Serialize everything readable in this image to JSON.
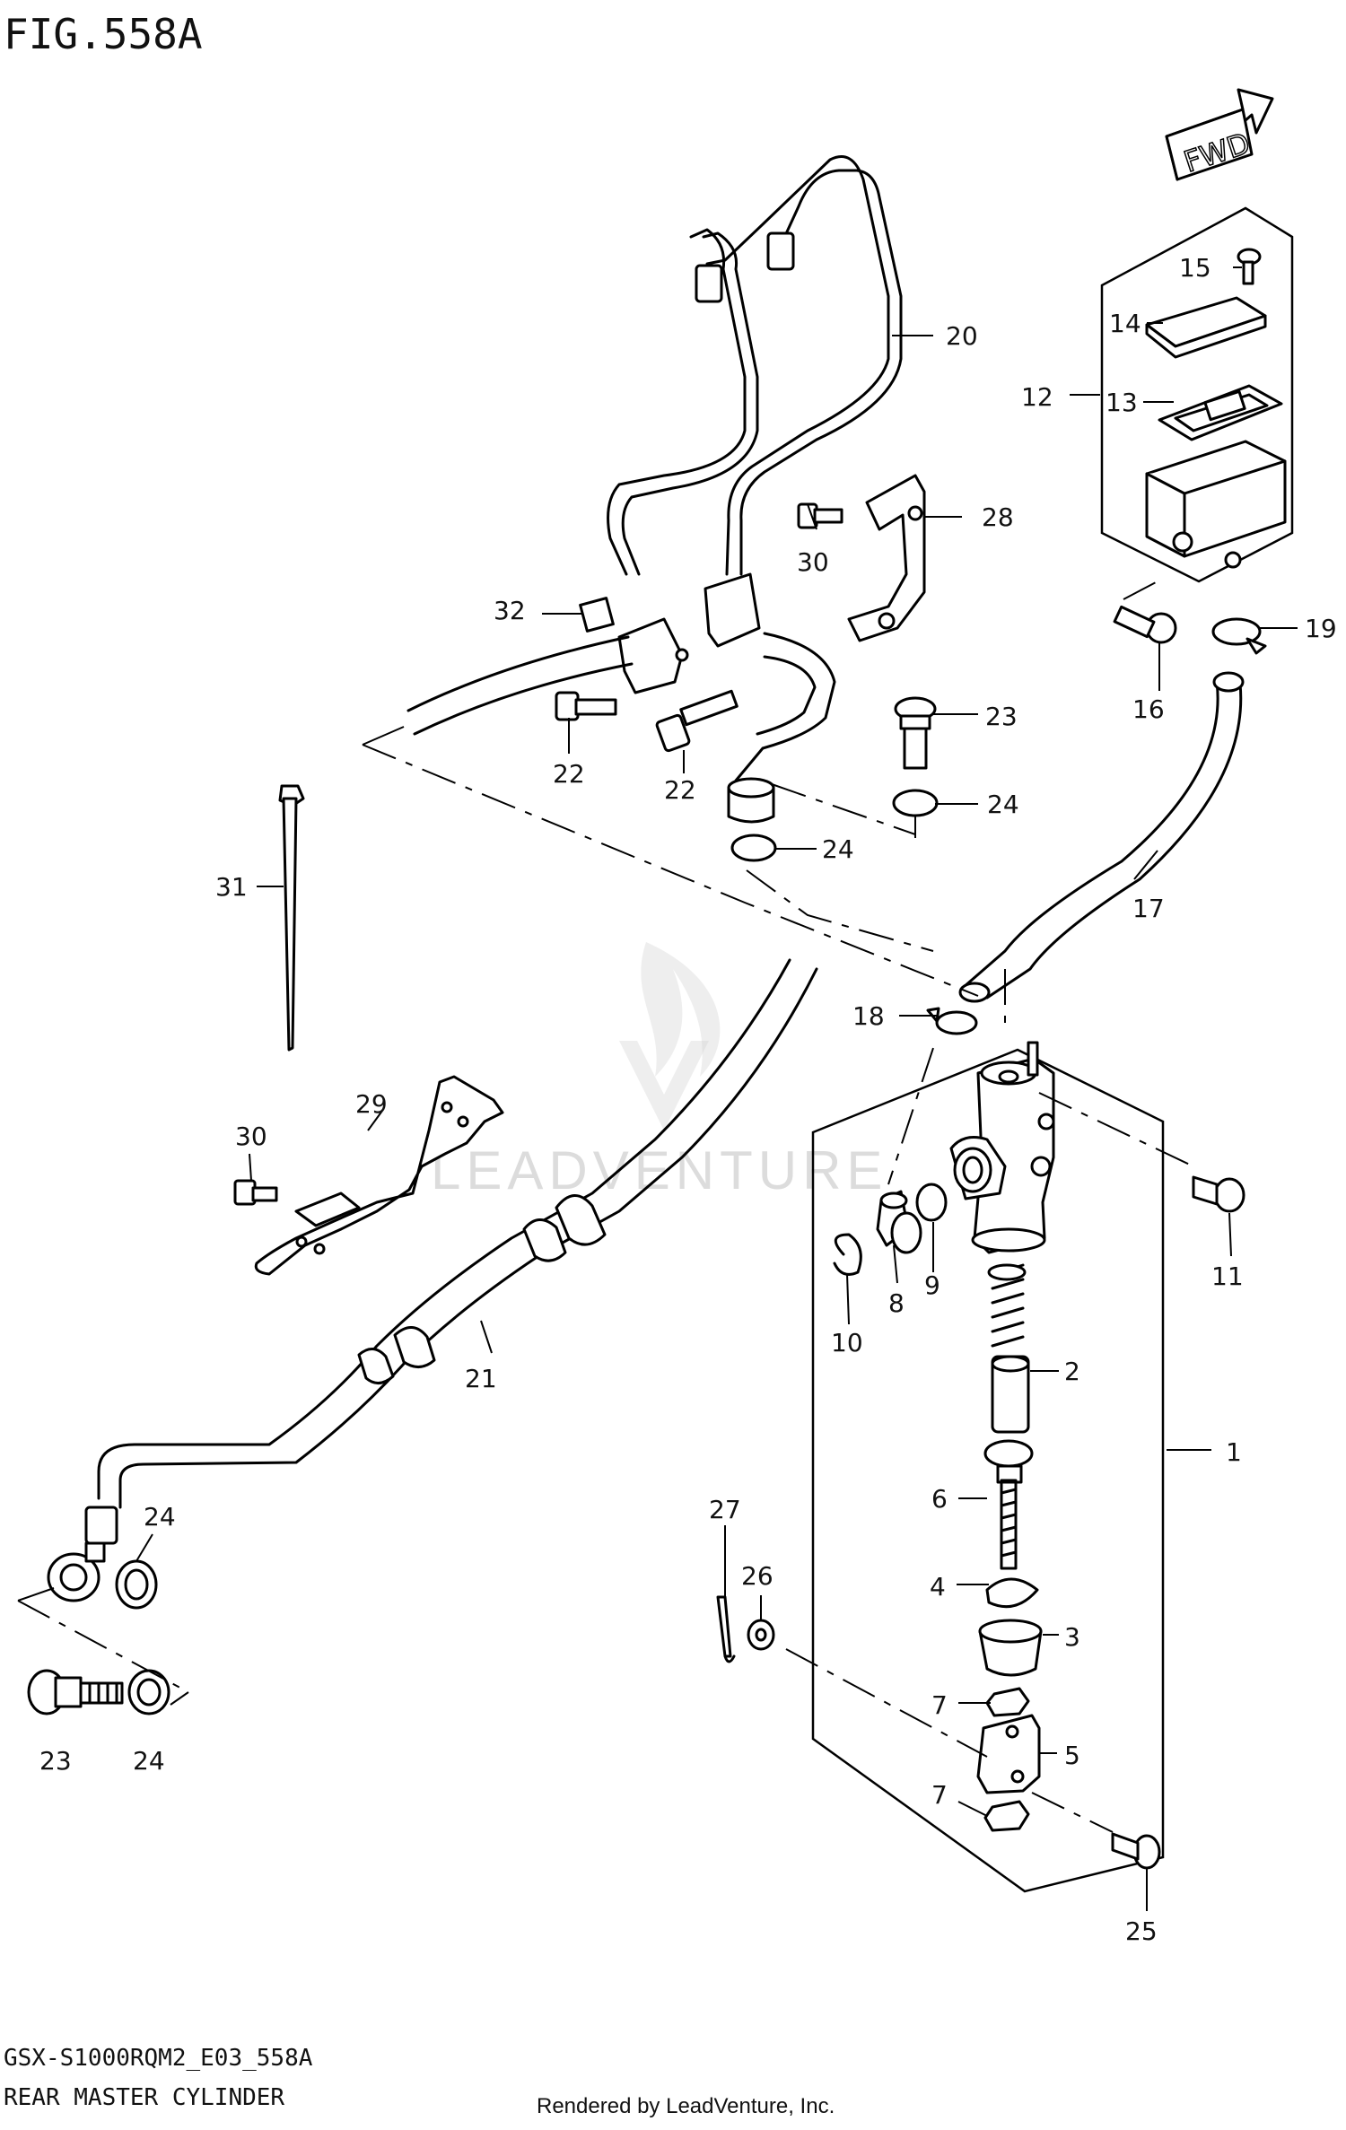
{
  "figure": {
    "title": "FIG.558A",
    "model_code": "GSX-S1000RQM2_E03_558A",
    "subtitle": "REAR MASTER CYLINDER",
    "credit": "Rendered by LeadVenture, Inc.",
    "fwd_label": "FWD",
    "watermark": "LEADVENTURE"
  },
  "callouts": [
    {
      "id": "c1",
      "label": "1"
    },
    {
      "id": "c2",
      "label": "2"
    },
    {
      "id": "c3",
      "label": "3"
    },
    {
      "id": "c4",
      "label": "4"
    },
    {
      "id": "c5",
      "label": "5"
    },
    {
      "id": "c6",
      "label": "6"
    },
    {
      "id": "c7a",
      "label": "7"
    },
    {
      "id": "c7b",
      "label": "7"
    },
    {
      "id": "c8",
      "label": "8"
    },
    {
      "id": "c9",
      "label": "9"
    },
    {
      "id": "c10",
      "label": "10"
    },
    {
      "id": "c11",
      "label": "11"
    },
    {
      "id": "c12",
      "label": "12"
    },
    {
      "id": "c13",
      "label": "13"
    },
    {
      "id": "c14",
      "label": "14"
    },
    {
      "id": "c15",
      "label": "15"
    },
    {
      "id": "c16",
      "label": "16"
    },
    {
      "id": "c17",
      "label": "17"
    },
    {
      "id": "c18",
      "label": "18"
    },
    {
      "id": "c19",
      "label": "19"
    },
    {
      "id": "c20",
      "label": "20"
    },
    {
      "id": "c21",
      "label": "21"
    },
    {
      "id": "c22a",
      "label": "22"
    },
    {
      "id": "c22b",
      "label": "22"
    },
    {
      "id": "c23a",
      "label": "23"
    },
    {
      "id": "c23b",
      "label": "23"
    },
    {
      "id": "c24a",
      "label": "24"
    },
    {
      "id": "c24b",
      "label": "24"
    },
    {
      "id": "c24c",
      "label": "24"
    },
    {
      "id": "c24d",
      "label": "24"
    },
    {
      "id": "c25",
      "label": "25"
    },
    {
      "id": "c26",
      "label": "26"
    },
    {
      "id": "c27",
      "label": "27"
    },
    {
      "id": "c28",
      "label": "28"
    },
    {
      "id": "c29",
      "label": "29"
    },
    {
      "id": "c30a",
      "label": "30"
    },
    {
      "id": "c30b",
      "label": "30"
    },
    {
      "id": "c31",
      "label": "31"
    },
    {
      "id": "c32",
      "label": "32"
    }
  ]
}
